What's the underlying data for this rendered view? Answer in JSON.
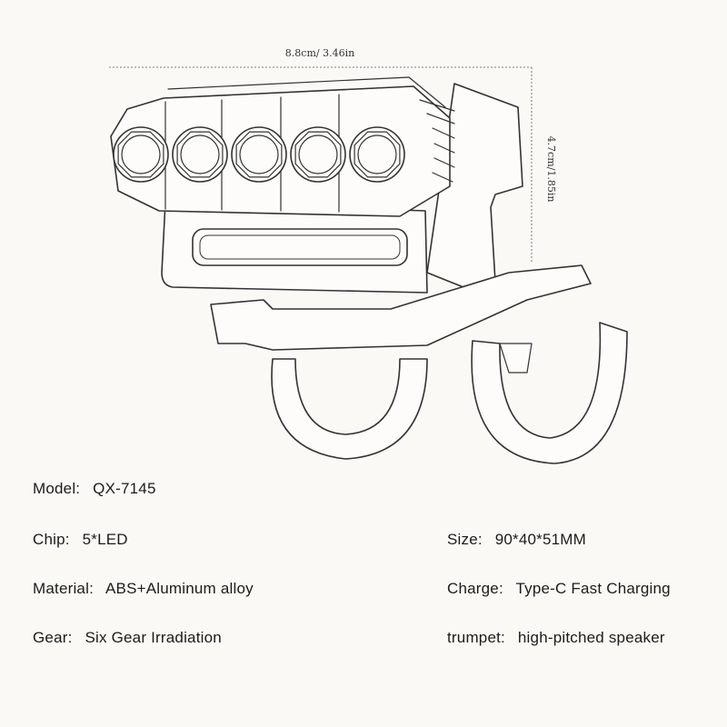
{
  "dimensions": {
    "width_label": "8.8cm/ 3.46in",
    "height_label": "4.7cm/1.85in"
  },
  "specs": {
    "model": {
      "label": "Model:",
      "value": "QX-7145"
    },
    "chip": {
      "label": "Chip:",
      "value": "5*LED"
    },
    "size": {
      "label": "Size:",
      "value": "90*40*51MM"
    },
    "material": {
      "label": "Material:",
      "value": "ABS+Aluminum alloy"
    },
    "charge": {
      "label": "Charge:",
      "value": "Type-C Fast Charging"
    },
    "gear": {
      "label": "Gear:",
      "value": "Six Gear Irradiation"
    },
    "trumpet": {
      "label": "trumpet:",
      "value": "high-pitched speaker"
    }
  },
  "illustration": {
    "led_count": 5
  }
}
